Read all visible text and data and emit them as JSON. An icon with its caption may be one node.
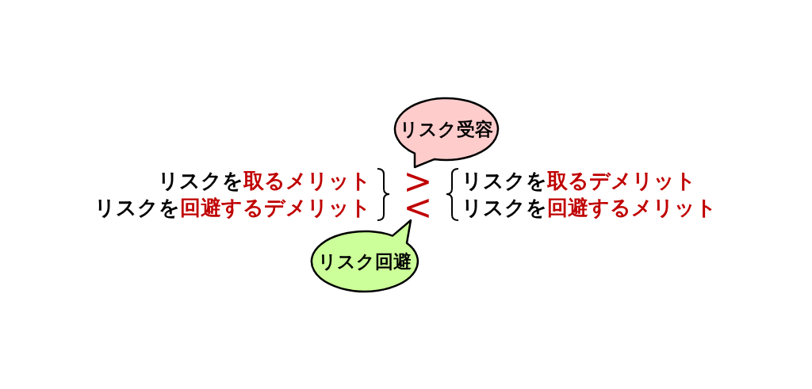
{
  "diagram": {
    "nodes": [
      {
        "text": [
          "リスク受容"
        ]
      },
      {
        "text": [
          "リスク回避"
        ]
      }
    ],
    "labels": [
      "リスクを**取るメリット**",
      "リスクを**回避するデメリット**",
      ">",
      "<",
      "リスクを**取るデメリット**",
      "リスクを**回避するメリット**"
    ]
  }
}
